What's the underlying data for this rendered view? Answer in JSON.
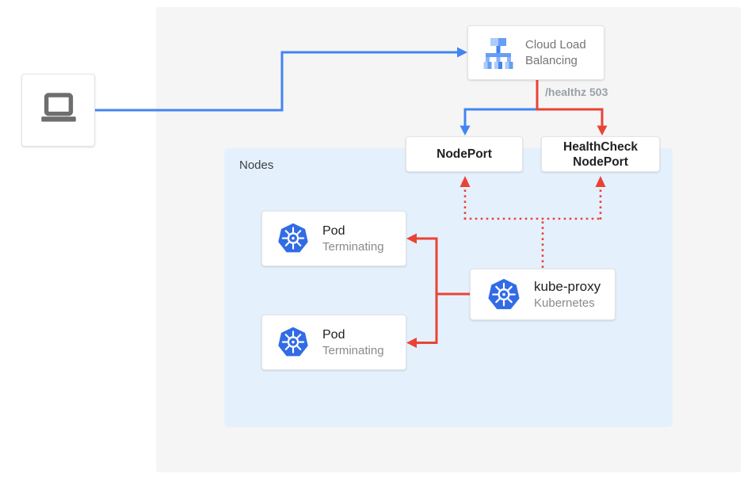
{
  "nodes_group": {
    "label": "Nodes"
  },
  "cloud_load_balancing": {
    "label": "Cloud Load Balancing"
  },
  "edge_labels": {
    "healthz": "/healthz 503"
  },
  "nodeport": {
    "label": "NodePort"
  },
  "healthcheck_nodeport": {
    "label": "HealthCheck NodePort"
  },
  "pods": [
    {
      "title": "Pod",
      "status": "Terminating"
    },
    {
      "title": "Pod",
      "status": "Terminating"
    }
  ],
  "kube_proxy": {
    "title": "kube-proxy",
    "subtitle": "Kubernetes"
  },
  "icons": {
    "client": "laptop-icon",
    "load_balancer": "cloud-load-balancing-icon",
    "pods_and_proxy": "kubernetes-icon"
  },
  "colors": {
    "traffic_blue": "#4285f4",
    "health_red": "#ea4335",
    "panel_gray": "#f5f5f6",
    "nodes_fill": "#e4f1fd",
    "kubernetes_blue": "#326ce5",
    "lb_icon_light": "#aecbfa",
    "lb_icon_medium": "#669df6",
    "muted_text": "#757575",
    "dark_text": "#202124",
    "healthz_text": "#9aa0a6"
  }
}
